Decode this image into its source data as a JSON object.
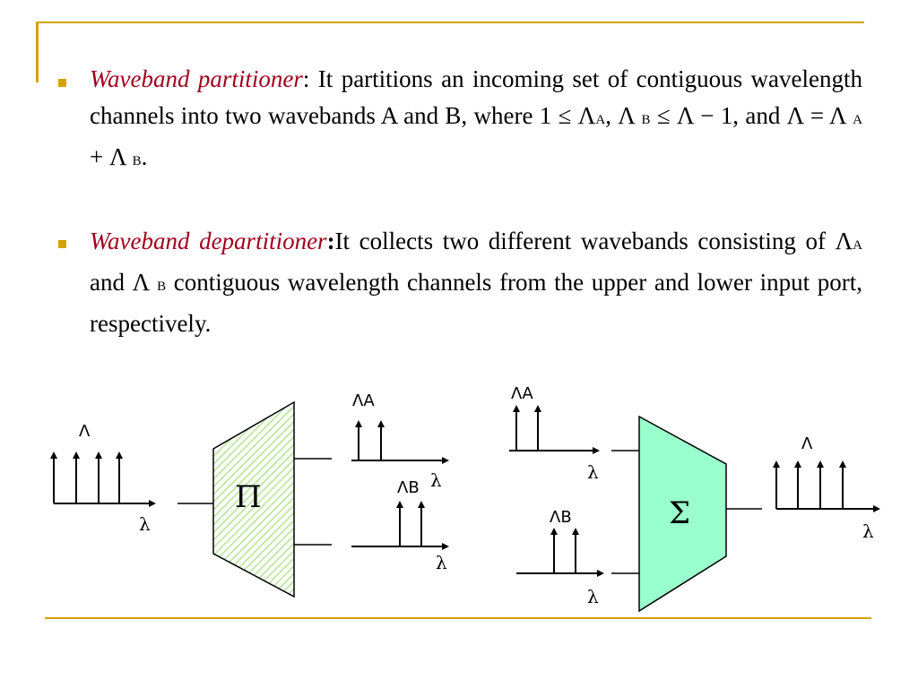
{
  "bullets": [
    {
      "term": "Waveband partitioner",
      "colon": ":",
      "p1": " It partitions an incoming set of contiguous wavelength channels into two wavebands A and B, where 1 ≤ Λ",
      "s1": "A",
      "p2": ", Λ ",
      "s2": "B",
      "p3": " ≤ Λ − 1, and Λ = Λ ",
      "s3": "A",
      "p4": " + Λ ",
      "s4": "B",
      "p5": "."
    },
    {
      "term": "Waveband departitioner",
      "colon": ":",
      "p1": "It collects two different wavebands consisting of Λ",
      "s1": "A",
      "p2": " and Λ ",
      "s2": "B",
      "p3": " contiguous wavelength channels from the upper and lower input port, respectively."
    }
  ],
  "diagram": {
    "partitioner_symbol": "Π",
    "departitioner_symbol": "Σ",
    "label_total": "Λ",
    "label_a": "ΛA",
    "label_b": "ΛB",
    "label_lambda": "λ",
    "colors": {
      "accent": "#d6a100",
      "term": "#a0001c",
      "partitioner_hatch": "#a6e07e",
      "departitioner_fill": "#99ffcc"
    }
  }
}
